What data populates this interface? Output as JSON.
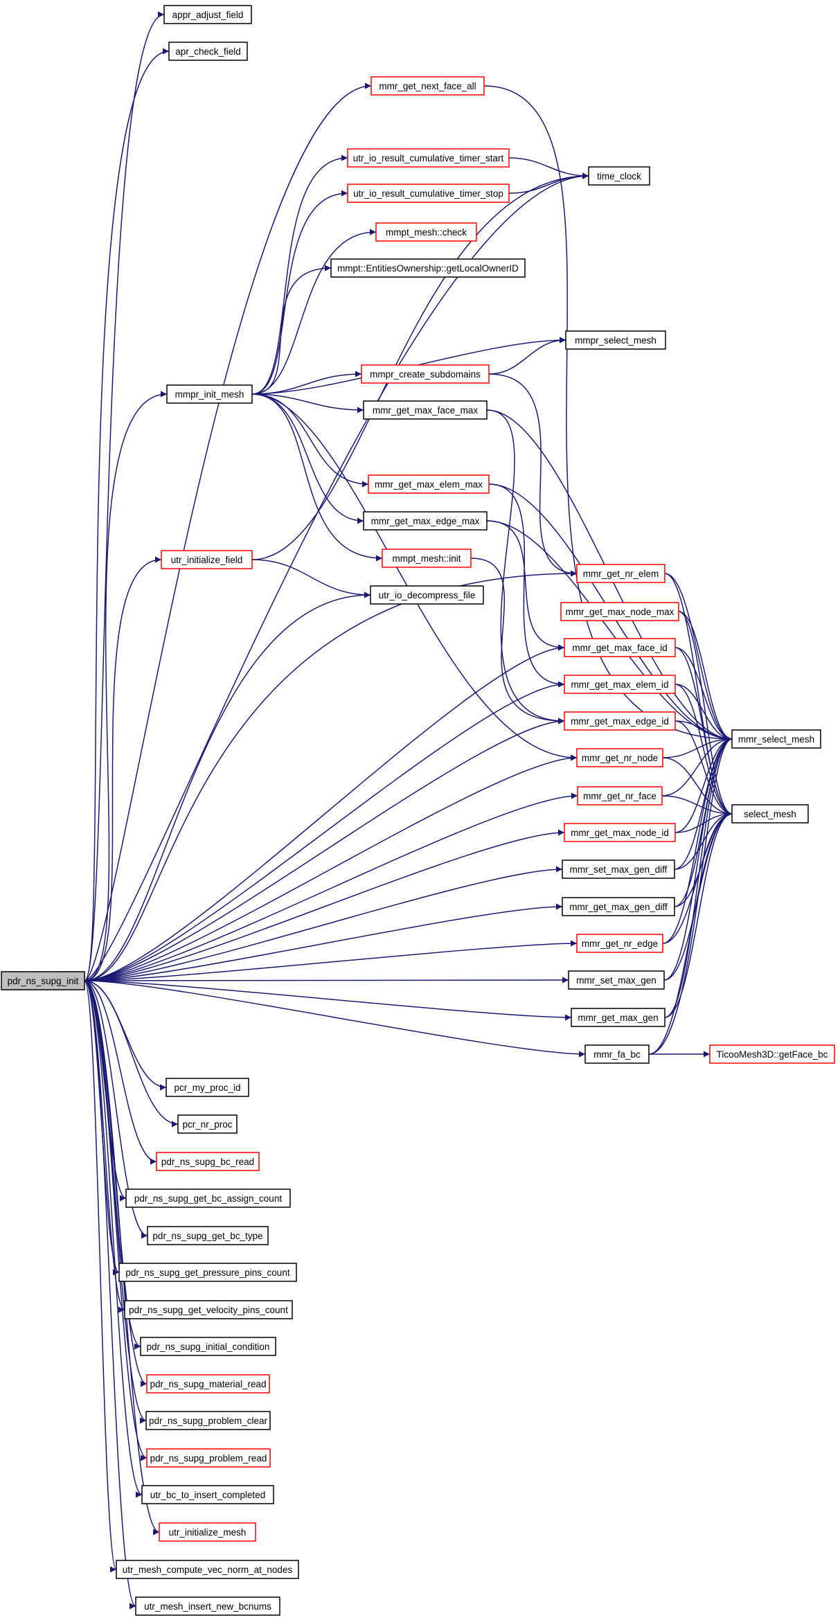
{
  "graph": {
    "root": "pdr_ns_supg_init",
    "edge_color": "#191970",
    "node_fill": "#ffffff",
    "root_fill": "#bfbfbf",
    "border_colors": {
      "black": "#000000",
      "red": "#ff0000"
    },
    "nodes": [
      {
        "id": "root",
        "label": "pdr_ns_supg_init",
        "border": "root"
      },
      {
        "id": "appr_adjust_field",
        "label": "appr_adjust_field",
        "border": "black"
      },
      {
        "id": "apr_check_field",
        "label": "apr_check_field",
        "border": "black"
      },
      {
        "id": "mmr_get_next_face_all",
        "label": "mmr_get_next_face_all",
        "border": "red"
      },
      {
        "id": "utr_io_result_cumulative_timer_start",
        "label": "utr_io_result_cumulative_timer_start",
        "border": "red"
      },
      {
        "id": "time_clock",
        "label": "time_clock",
        "border": "black"
      },
      {
        "id": "utr_io_result_cumulative_timer_stop",
        "label": "utr_io_result_cumulative_timer_stop",
        "border": "red"
      },
      {
        "id": "mmpt_mesh_check",
        "label": "mmpt_mesh::check",
        "border": "red"
      },
      {
        "id": "getLocalOwnerID",
        "label": "mmpt::EntitiesOwnership::getLocalOwnerID",
        "border": "black"
      },
      {
        "id": "mmpr_select_mesh",
        "label": "mmpr_select_mesh",
        "border": "black"
      },
      {
        "id": "mmpr_create_subdomains",
        "label": "mmpr_create_subdomains",
        "border": "red"
      },
      {
        "id": "mmpr_init_mesh",
        "label": "mmpr_init_mesh",
        "border": "black"
      },
      {
        "id": "mmr_get_max_face_max",
        "label": "mmr_get_max_face_max",
        "border": "black"
      },
      {
        "id": "mmr_get_max_elem_max",
        "label": "mmr_get_max_elem_max",
        "border": "red"
      },
      {
        "id": "mmr_get_max_edge_max",
        "label": "mmr_get_max_edge_max",
        "border": "black"
      },
      {
        "id": "utr_initialize_field",
        "label": "utr_initialize_field",
        "border": "red"
      },
      {
        "id": "mmpt_mesh_init",
        "label": "mmpt_mesh::init",
        "border": "red"
      },
      {
        "id": "mmr_get_nr_elem",
        "label": "mmr_get_nr_elem",
        "border": "red"
      },
      {
        "id": "utr_io_decompress_file",
        "label": "utr_io_decompress_file",
        "border": "black"
      },
      {
        "id": "mmr_get_max_node_max",
        "label": "mmr_get_max_node_max",
        "border": "red"
      },
      {
        "id": "mmr_get_max_face_id",
        "label": "mmr_get_max_face_id",
        "border": "red"
      },
      {
        "id": "mmr_get_max_elem_id",
        "label": "mmr_get_max_elem_id",
        "border": "red"
      },
      {
        "id": "mmr_get_max_edge_id",
        "label": "mmr_get_max_edge_id",
        "border": "red"
      },
      {
        "id": "mmr_select_mesh",
        "label": "mmr_select_mesh",
        "border": "black"
      },
      {
        "id": "mmr_get_nr_node",
        "label": "mmr_get_nr_node",
        "border": "red"
      },
      {
        "id": "mmr_get_nr_face",
        "label": "mmr_get_nr_face",
        "border": "red"
      },
      {
        "id": "select_mesh",
        "label": "select_mesh",
        "border": "black"
      },
      {
        "id": "mmr_get_max_node_id",
        "label": "mmr_get_max_node_id",
        "border": "red"
      },
      {
        "id": "mmr_set_max_gen_diff",
        "label": "mmr_set_max_gen_diff",
        "border": "black"
      },
      {
        "id": "mmr_get_max_gen_diff",
        "label": "mmr_get_max_gen_diff",
        "border": "black"
      },
      {
        "id": "mmr_get_nr_edge",
        "label": "mmr_get_nr_edge",
        "border": "red"
      },
      {
        "id": "mmr_set_max_gen",
        "label": "mmr_set_max_gen",
        "border": "black"
      },
      {
        "id": "mmr_get_max_gen",
        "label": "mmr_get_max_gen",
        "border": "black"
      },
      {
        "id": "mmr_fa_bc",
        "label": "mmr_fa_bc",
        "border": "black"
      },
      {
        "id": "getFace_bc",
        "label": "TicooMesh3D::getFace_bc",
        "border": "red"
      },
      {
        "id": "pcr_my_proc_id",
        "label": "pcr_my_proc_id",
        "border": "black"
      },
      {
        "id": "pcr_nr_proc",
        "label": "pcr_nr_proc",
        "border": "black"
      },
      {
        "id": "pdr_ns_supg_bc_read",
        "label": "pdr_ns_supg_bc_read",
        "border": "red"
      },
      {
        "id": "pdr_ns_supg_get_bc_assign_count",
        "label": "pdr_ns_supg_get_bc_assign_count",
        "border": "black"
      },
      {
        "id": "pdr_ns_supg_get_bc_type",
        "label": "pdr_ns_supg_get_bc_type",
        "border": "black"
      },
      {
        "id": "pdr_ns_supg_get_pressure_pins_count",
        "label": "pdr_ns_supg_get_pressure_pins_count",
        "border": "black"
      },
      {
        "id": "pdr_ns_supg_get_velocity_pins_count",
        "label": "pdr_ns_supg_get_velocity_pins_count",
        "border": "black"
      },
      {
        "id": "pdr_ns_supg_initial_condition",
        "label": "pdr_ns_supg_initial_condition",
        "border": "black"
      },
      {
        "id": "pdr_ns_supg_material_read",
        "label": "pdr_ns_supg_material_read",
        "border": "red"
      },
      {
        "id": "pdr_ns_supg_problem_clear",
        "label": "pdr_ns_supg_problem_clear",
        "border": "black"
      },
      {
        "id": "pdr_ns_supg_problem_read",
        "label": "pdr_ns_supg_problem_read",
        "border": "red"
      },
      {
        "id": "utr_bc_to_insert_completed",
        "label": "utr_bc_to_insert_completed",
        "border": "black"
      },
      {
        "id": "utr_initialize_mesh",
        "label": "utr_initialize_mesh",
        "border": "red"
      },
      {
        "id": "utr_mesh_compute_vec_norm_at_nodes",
        "label": "utr_mesh_compute_vec_norm_at_nodes",
        "border": "black"
      },
      {
        "id": "utr_mesh_insert_new_bcnums",
        "label": "utr_mesh_insert_new_bcnums",
        "border": "black"
      }
    ],
    "edges": [
      [
        "root",
        "appr_adjust_field"
      ],
      [
        "root",
        "apr_check_field"
      ],
      [
        "root",
        "mmr_get_next_face_all"
      ],
      [
        "root",
        "time_clock"
      ],
      [
        "root",
        "mmpr_init_mesh"
      ],
      [
        "root",
        "utr_initialize_field"
      ],
      [
        "root",
        "utr_io_decompress_file"
      ],
      [
        "root",
        "mmr_get_nr_elem"
      ],
      [
        "root",
        "mmr_get_max_face_id"
      ],
      [
        "root",
        "mmr_get_max_elem_id"
      ],
      [
        "root",
        "mmr_get_max_edge_id"
      ],
      [
        "root",
        "mmr_get_nr_node"
      ],
      [
        "root",
        "mmr_get_nr_face"
      ],
      [
        "root",
        "mmr_get_max_node_id"
      ],
      [
        "root",
        "mmr_set_max_gen_diff"
      ],
      [
        "root",
        "mmr_get_max_gen_diff"
      ],
      [
        "root",
        "mmr_get_nr_edge"
      ],
      [
        "root",
        "mmr_set_max_gen"
      ],
      [
        "root",
        "mmr_get_max_gen"
      ],
      [
        "root",
        "mmr_fa_bc"
      ],
      [
        "root",
        "pcr_my_proc_id"
      ],
      [
        "root",
        "pcr_nr_proc"
      ],
      [
        "root",
        "pdr_ns_supg_bc_read"
      ],
      [
        "root",
        "pdr_ns_supg_get_bc_assign_count"
      ],
      [
        "root",
        "pdr_ns_supg_get_bc_type"
      ],
      [
        "root",
        "pdr_ns_supg_get_pressure_pins_count"
      ],
      [
        "root",
        "pdr_ns_supg_get_velocity_pins_count"
      ],
      [
        "root",
        "pdr_ns_supg_initial_condition"
      ],
      [
        "root",
        "pdr_ns_supg_material_read"
      ],
      [
        "root",
        "pdr_ns_supg_problem_clear"
      ],
      [
        "root",
        "pdr_ns_supg_problem_read"
      ],
      [
        "root",
        "utr_bc_to_insert_completed"
      ],
      [
        "root",
        "utr_initialize_mesh"
      ],
      [
        "root",
        "utr_mesh_compute_vec_norm_at_nodes"
      ],
      [
        "root",
        "utr_mesh_insert_new_bcnums"
      ],
      [
        "mmr_get_next_face_all",
        "mmr_select_mesh"
      ],
      [
        "utr_io_result_cumulative_timer_start",
        "time_clock"
      ],
      [
        "utr_io_result_cumulative_timer_stop",
        "time_clock"
      ],
      [
        "mmpr_init_mesh",
        "utr_io_result_cumulative_timer_start"
      ],
      [
        "mmpr_init_mesh",
        "utr_io_result_cumulative_timer_stop"
      ],
      [
        "mmpr_init_mesh",
        "mmpt_mesh_check"
      ],
      [
        "mmpr_init_mesh",
        "getLocalOwnerID"
      ],
      [
        "mmpr_init_mesh",
        "mmpr_select_mesh"
      ],
      [
        "mmpr_init_mesh",
        "mmpr_create_subdomains"
      ],
      [
        "mmpr_init_mesh",
        "mmr_get_max_face_max"
      ],
      [
        "mmpr_init_mesh",
        "mmr_get_max_elem_max"
      ],
      [
        "mmpr_init_mesh",
        "mmr_get_max_edge_max"
      ],
      [
        "mmpr_init_mesh",
        "mmpt_mesh_init"
      ],
      [
        "mmpr_init_mesh",
        "mmr_get_nr_node"
      ],
      [
        "mmpr_create_subdomains",
        "mmpr_select_mesh"
      ],
      [
        "mmpr_create_subdomains",
        "mmr_get_nr_elem"
      ],
      [
        "mmr_get_max_face_max",
        "mmr_select_mesh"
      ],
      [
        "mmr_get_max_face_max",
        "mmr_get_max_edge_id"
      ],
      [
        "mmr_get_max_elem_max",
        "mmr_select_mesh"
      ],
      [
        "mmr_get_max_elem_max",
        "mmr_get_max_elem_id"
      ],
      [
        "mmr_get_max_edge_max",
        "mmr_select_mesh"
      ],
      [
        "mmr_get_max_edge_max",
        "mmr_get_max_face_id"
      ],
      [
        "mmpt_mesh_init",
        "mmr_get_max_edge_id"
      ],
      [
        "utr_initialize_field",
        "time_clock"
      ],
      [
        "utr_initialize_field",
        "utr_io_decompress_file"
      ],
      [
        "mmr_get_nr_elem",
        "mmr_select_mesh"
      ],
      [
        "mmr_get_nr_elem",
        "select_mesh"
      ],
      [
        "mmr_get_max_node_max",
        "mmr_select_mesh"
      ],
      [
        "mmr_get_max_node_max",
        "select_mesh"
      ],
      [
        "mmr_get_max_face_id",
        "mmr_select_mesh"
      ],
      [
        "mmr_get_max_face_id",
        "select_mesh"
      ],
      [
        "mmr_get_max_elem_id",
        "mmr_select_mesh"
      ],
      [
        "mmr_get_max_elem_id",
        "select_mesh"
      ],
      [
        "mmr_get_max_edge_id",
        "mmr_select_mesh"
      ],
      [
        "mmr_get_max_edge_id",
        "select_mesh"
      ],
      [
        "mmr_get_nr_node",
        "mmr_select_mesh"
      ],
      [
        "mmr_get_nr_node",
        "select_mesh"
      ],
      [
        "mmr_get_nr_face",
        "mmr_select_mesh"
      ],
      [
        "mmr_get_nr_face",
        "select_mesh"
      ],
      [
        "mmr_get_max_node_id",
        "mmr_select_mesh"
      ],
      [
        "mmr_get_max_node_id",
        "select_mesh"
      ],
      [
        "mmr_set_max_gen_diff",
        "mmr_select_mesh"
      ],
      [
        "mmr_set_max_gen_diff",
        "select_mesh"
      ],
      [
        "mmr_get_max_gen_diff",
        "mmr_select_mesh"
      ],
      [
        "mmr_get_max_gen_diff",
        "select_mesh"
      ],
      [
        "mmr_get_nr_edge",
        "mmr_select_mesh"
      ],
      [
        "mmr_get_nr_edge",
        "select_mesh"
      ],
      [
        "mmr_set_max_gen",
        "mmr_select_mesh"
      ],
      [
        "mmr_set_max_gen",
        "select_mesh"
      ],
      [
        "mmr_get_max_gen",
        "mmr_select_mesh"
      ],
      [
        "mmr_get_max_gen",
        "select_mesh"
      ],
      [
        "mmr_fa_bc",
        "mmr_select_mesh"
      ],
      [
        "mmr_fa_bc",
        "select_mesh"
      ],
      [
        "mmr_fa_bc",
        "getFace_bc"
      ]
    ]
  }
}
